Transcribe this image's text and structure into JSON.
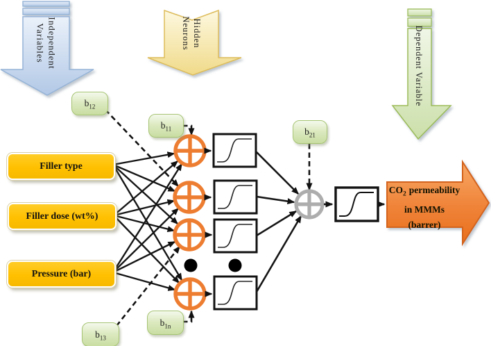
{
  "figure": {
    "kind": "ANN architecture diagram for CO2 permeability prediction"
  },
  "flow_arrows": {
    "independent": {
      "line1": "Independent",
      "line2": "Variables",
      "fill": "#B8CCE4",
      "border": "#95B3D7"
    },
    "hidden": {
      "line1": "Hidden",
      "line2": "Neurons",
      "fill": "#F3E19B",
      "border": "#DDBC5A"
    },
    "dependent": {
      "label": "Dependent Variable",
      "fill": "#CDE0AC",
      "border": "#9BBB59"
    }
  },
  "inputs": {
    "filler_type": "Filler type",
    "filler_dose": "Filler dose (wt%)",
    "pressure": "Pressure (bar)",
    "box_color": "#FFC000"
  },
  "biases": {
    "b12": {
      "base": "b",
      "sub": "12"
    },
    "b11": {
      "base": "b",
      "sub": "11"
    },
    "b21": {
      "base": "b",
      "sub": "21"
    },
    "b1n": {
      "base": "b",
      "sub": "1n"
    },
    "b13": {
      "base": "b",
      "sub": "13"
    },
    "box_color": "#D9E7BC"
  },
  "network": {
    "hidden_neuron_color": "#ED7D31",
    "output_neuron_color": "#ADADAD",
    "edge_color": "#151515",
    "hidden_neuron_count_shown": 4,
    "ellipsis_dots": 2
  },
  "output": {
    "line1_prefix": "CO",
    "line1_sub": "2",
    "line1_rest": "permeability",
    "line2": "in MMMs",
    "line3": "(barrer)",
    "arrow_color": "#ED7D31"
  }
}
